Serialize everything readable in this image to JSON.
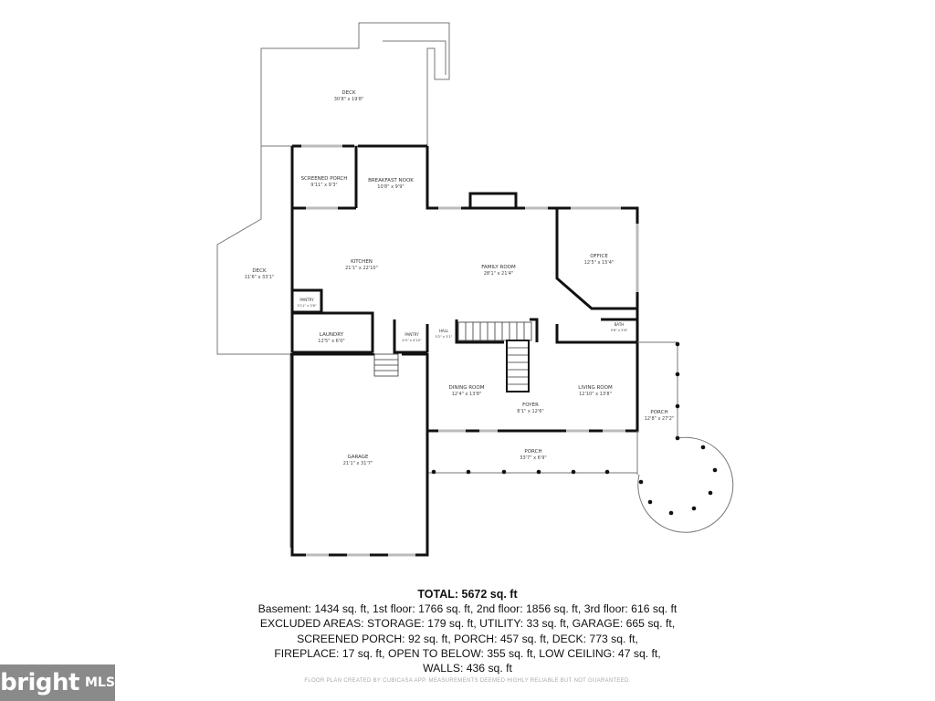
{
  "rooms": {
    "deck_top": {
      "name": "DECK",
      "dims": "30'8\" x 19'8\""
    },
    "deck_left": {
      "name": "DECK",
      "dims": "11'6\" x 33'1\""
    },
    "screened_porch": {
      "name": "SCREENED PORCH",
      "dims": "9'11\" x 9'3\""
    },
    "breakfast_nook": {
      "name": "BREAKFAST NOOK",
      "dims": "10'8\" x 9'9\""
    },
    "kitchen": {
      "name": "KITCHEN",
      "dims": "21'1\" x 22'10\""
    },
    "family_room": {
      "name": "FAMILY ROOM",
      "dims": "28'1\" x 21'4\""
    },
    "office": {
      "name": "OFFICE",
      "dims": "12'5\" x 15'4\""
    },
    "pantry_1": {
      "name": "PANTRY",
      "dims": "3'11\" x 3'6\""
    },
    "laundry": {
      "name": "LAUNDRY",
      "dims": "12'5\" x 6'0\""
    },
    "pantry_2": {
      "name": "PANTRY",
      "dims": "4'5\" x 4'10\""
    },
    "hall": {
      "name": "HALL",
      "dims": "5'2\" x 3'1\""
    },
    "bath": {
      "name": "BATH",
      "dims": "5'6\" x 5'6\""
    },
    "dining_room": {
      "name": "DINING ROOM",
      "dims": "12'4\" x 13'8\""
    },
    "foyer": {
      "name": "FOYER",
      "dims": "8'1\" x 12'6\""
    },
    "living_room": {
      "name": "LIVING ROOM",
      "dims": "12'10\" x 13'8\""
    },
    "porch_side": {
      "name": "PORCH",
      "dims": "12'8\" x 27'2\""
    },
    "porch_front": {
      "name": "PORCH",
      "dims": "33'7\" x 6'9\""
    },
    "garage": {
      "name": "GARAGE",
      "dims": "21'1\" x 31'7\""
    }
  },
  "summary": {
    "total": "TOTAL: 5672 sq. ft",
    "line1": "Basement: 1434 sq. ft, 1st floor: 1766 sq. ft, 2nd floor: 1856 sq. ft, 3rd floor: 616 sq. ft",
    "line2": "EXCLUDED AREAS: STORAGE: 179 sq. ft, UTILITY: 33 sq. ft, GARAGE: 665 sq. ft,",
    "line3": "SCREENED PORCH: 92 sq. ft, PORCH: 457 sq. ft, DECK: 773 sq. ft,",
    "line4": "FIREPLACE: 17 sq. ft, OPEN TO BELOW: 355 sq. ft, LOW CEILING: 47 sq. ft,",
    "line5": "WALLS: 436 sq. ft"
  },
  "credit": "FLOOR PLAN CREATED BY CUBICASA APP. MEASUREMENTS DEEMED HIGHLY RELIABLE BUT NOT GUARANTEED.",
  "logo": {
    "brand": "bright",
    "suffix": "MLS"
  },
  "colors": {
    "wall": "#111111",
    "thin_line": "#777777",
    "logo_bg": "#8a8a8a"
  }
}
